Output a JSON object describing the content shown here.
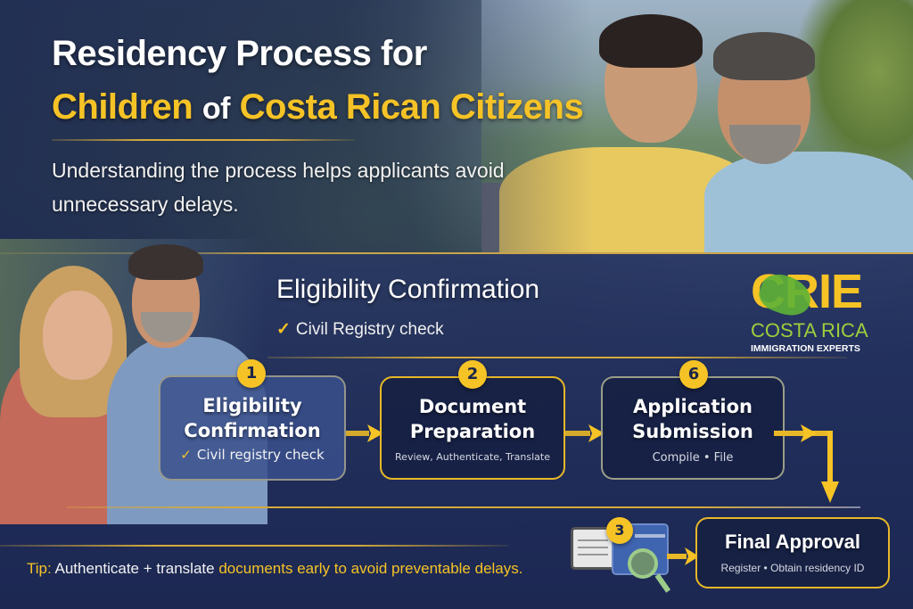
{
  "header": {
    "title_line1": "Residency Process for",
    "title_line2_a": "Children",
    "title_line2_b": "of",
    "title_line2_c": "Costa Rican Citizens",
    "subtitle": "Understanding the process helps applicants avoid unnecessary delays."
  },
  "section": {
    "title": "Eligibility Confirmation",
    "check_item": "Civil Registry check",
    "check_icon": "checkmark-icon"
  },
  "logo": {
    "mark": "CRIE",
    "country": "COSTA RICA",
    "tagline": "IMMIGRATION EXPERTS"
  },
  "steps": [
    {
      "badge": "1",
      "title_l1": "Eligibility",
      "title_l2": "Confirmation",
      "sub": "Civil registry check",
      "check": "✓"
    },
    {
      "badge": "2",
      "title_l1": "Document",
      "title_l2": "Preparation",
      "sub": "Review, Authenticate, Translate"
    },
    {
      "badge": "6",
      "title_l1": "Application",
      "title_l2": "Submission",
      "sub": "Compile • File"
    },
    {
      "badge": "3",
      "title_l1": "Final Approval",
      "sub": "Register • Obtain residency ID"
    }
  ],
  "tip": {
    "label": "Tip:",
    "text_white": " Authenticate + translate ",
    "text_yellow": "documents early to avoid preventable delays."
  },
  "colors": {
    "accent_yellow": "#f6c326",
    "navy": "#1f2d55",
    "logo_green": "#9ccf3c"
  }
}
